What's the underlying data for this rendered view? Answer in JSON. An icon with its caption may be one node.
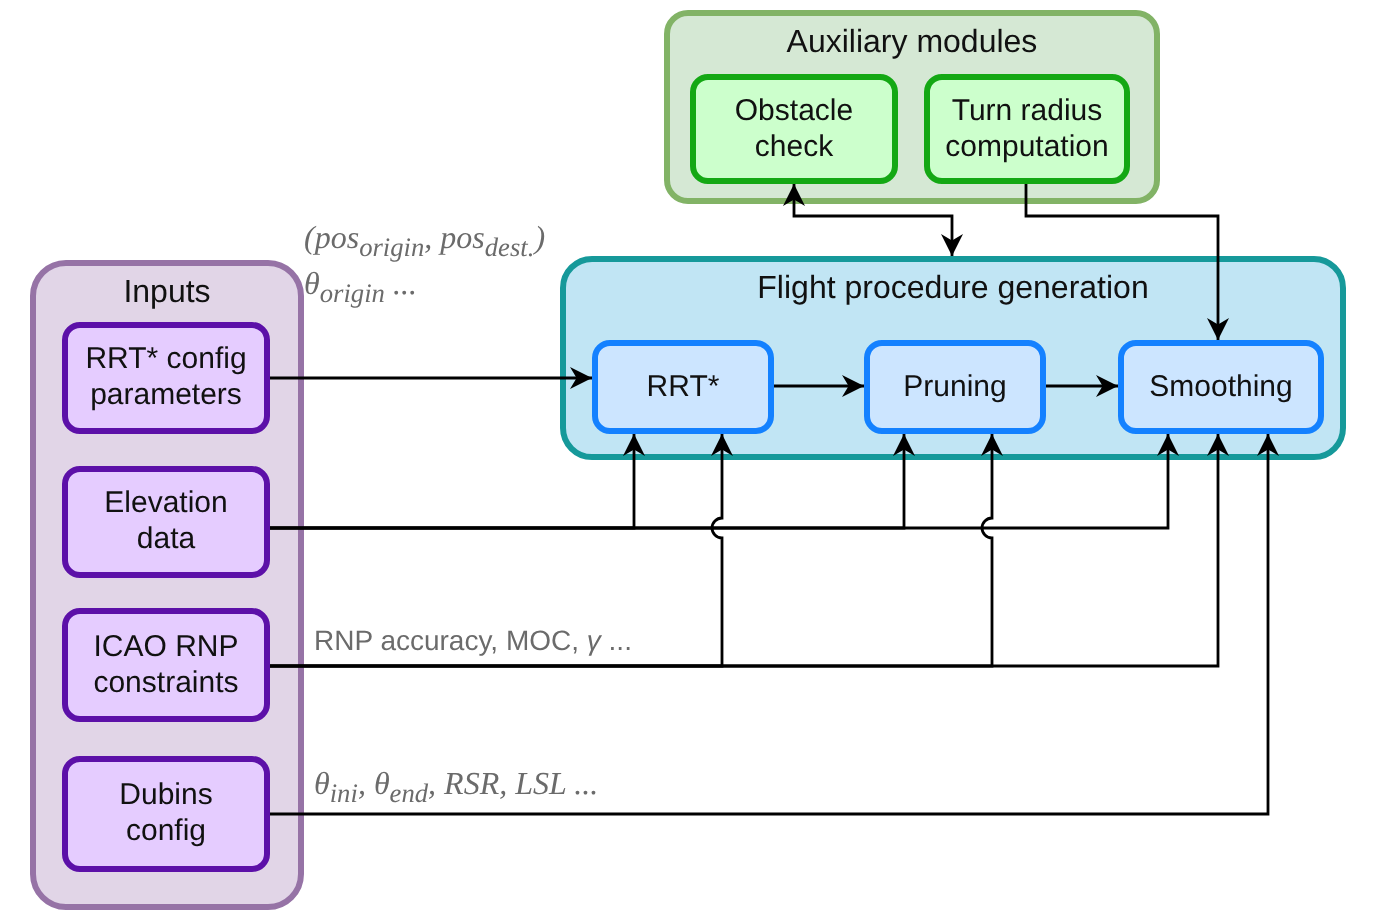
{
  "diagram": {
    "nodes": [
      {
        "text": [
          "Auxiliary modules"
        ]
      },
      {
        "text": [
          "Obstacle check"
        ],
        "in": 0
      },
      {
        "text": [
          "Turn radius computation"
        ],
        "in": 0
      },
      {
        "text": [
          "Inputs"
        ]
      },
      {
        "text": [
          "RRT* config parameters"
        ],
        "in": 3
      },
      {
        "text": [
          "Elevation data"
        ],
        "in": 3
      },
      {
        "text": [
          "ICAO RNP constraints"
        ],
        "in": 3
      },
      {
        "text": [
          "Dubins config"
        ],
        "in": 3
      },
      {
        "text": [
          "Flight procedure generation"
        ]
      },
      {
        "text": [
          "RRT*"
        ],
        "in": 8
      },
      {
        "text": [
          "Pruning"
        ],
        "in": 8
      },
      {
        "text": [
          "Smoothing"
        ],
        "in": 8
      }
    ],
    "edges": [
      {
        "from": 1,
        "to": 8,
        "arrow": "both"
      },
      {
        "from": 2,
        "to": 11,
        "arrow": "to"
      },
      {
        "from": 4,
        "to": 9,
        "arrow": "to",
        "label": "(pos$_{origin}$, pos$_{dest.}$) θ$_{origin}$ ..."
      },
      {
        "from": 9,
        "to": 10,
        "arrow": "to"
      },
      {
        "from": 10,
        "to": 11,
        "arrow": "to"
      },
      {
        "from": 5,
        "to": 9,
        "arrow": "to"
      },
      {
        "from": 5,
        "to": 10,
        "arrow": "to"
      },
      {
        "from": 5,
        "to": 11,
        "arrow": "to"
      },
      {
        "from": 6,
        "to": 9,
        "arrow": "to",
        "label": "RNP accuracy, MOC, *γ* ..."
      },
      {
        "from": 6,
        "to": 10,
        "arrow": "to"
      },
      {
        "from": 6,
        "to": 11,
        "arrow": "to"
      },
      {
        "from": 7,
        "to": 11,
        "arrow": "to",
        "label": "θ$_{ini}$, θ$_{end}$, RSR, LSL ..."
      }
    ]
  }
}
